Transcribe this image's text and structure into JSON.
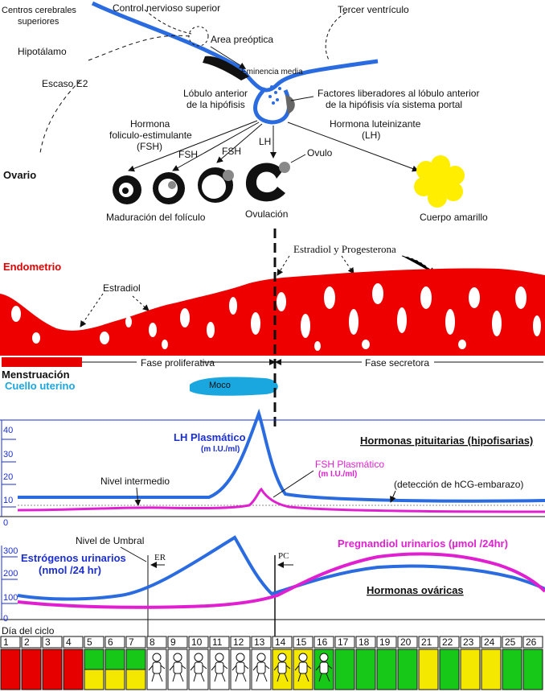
{
  "labels": {
    "centros": [
      "Centros cerebrales",
      "superiores"
    ],
    "control": "Control nervioso superior",
    "tercer": "Tercer ventrículo",
    "area": "Area preóptica",
    "hipotalamo": "Hipotálamo",
    "escaso": "Escaso E2",
    "eminencia": "Eminencia media",
    "lobulo": [
      "Lóbulo anterior",
      "de la hipófisis"
    ],
    "factores": [
      "Factores liberadores al lóbulo anterior",
      "de la hipófisis vía sistema portal"
    ],
    "fsh_title": [
      "Hormona",
      "foliculo-estimulante",
      "(FSH)"
    ],
    "lh_title": [
      "Hormona luteinizante",
      "(LH)"
    ],
    "fsh1": "FSH",
    "fsh2": "FSH",
    "lh": "LH",
    "ovulo": "Ovulo",
    "ovario": "Ovario",
    "maduracion": "Maduración del folículo",
    "ovulacion": "Ovulación",
    "cuerpo": "Cuerpo amarillo",
    "estradiol_prog": "Estradiol y Progesterona",
    "endometrio": "Endometrio",
    "estradiol": "Estradiol",
    "fase_prolif": "Fase proliferativa",
    "fase_secret": "Fase secretora",
    "menstruacion": "Menstruación",
    "cuello": "Cuello uterino",
    "moco": "Moco",
    "lh_plasma": [
      "LH Plasmático",
      "(m I.U./ml)"
    ],
    "fsh_plasma": [
      "FSH Plasmático",
      "(m I.U./ml)"
    ],
    "hormonas_pit": "Hormonas pituitarias (hipofisarias)",
    "nivel_intermedio": "Nivel intermedio",
    "hcg": "(detección de hCG-embarazo)",
    "nivel_umbral": "Nivel de Umbral",
    "er": "ER",
    "pc": "PC",
    "estrogenos": [
      "Estrógenos urinarios",
      "(nmol /24 hr)"
    ],
    "pregnandiol": "Pregnandiol urinarios (µmol /24hr)",
    "hormonas_ov": "Hormonas ováricas",
    "dia": "Día del ciclo"
  },
  "axis_top": [
    "40",
    "30",
    "20",
    "10",
    "0"
  ],
  "axis_bottom": [
    "300",
    "200",
    "100",
    "0"
  ],
  "days": [
    {
      "n": "1",
      "type": "red"
    },
    {
      "n": "2",
      "type": "red"
    },
    {
      "n": "3",
      "type": "red"
    },
    {
      "n": "4",
      "type": "red"
    },
    {
      "n": "5",
      "type": "greenyellow"
    },
    {
      "n": "6",
      "type": "greenyellow"
    },
    {
      "n": "7",
      "type": "greenyellow"
    },
    {
      "n": "8",
      "type": "baby"
    },
    {
      "n": "9",
      "type": "baby"
    },
    {
      "n": "10",
      "type": "baby"
    },
    {
      "n": "11",
      "type": "baby"
    },
    {
      "n": "12",
      "type": "baby"
    },
    {
      "n": "13",
      "type": "baby"
    },
    {
      "n": "14",
      "type": "babyyellow"
    },
    {
      "n": "15",
      "type": "babyyellow"
    },
    {
      "n": "16",
      "type": "babygreen"
    },
    {
      "n": "17",
      "type": "green"
    },
    {
      "n": "18",
      "type": "green"
    },
    {
      "n": "19",
      "type": "green"
    },
    {
      "n": "20",
      "type": "green"
    },
    {
      "n": "21",
      "type": "yellow"
    },
    {
      "n": "22",
      "type": "green"
    },
    {
      "n": "23",
      "type": "yellow"
    },
    {
      "n": "24",
      "type": "yellow"
    },
    {
      "n": "25",
      "type": "green"
    },
    {
      "n": "26",
      "type": "green"
    }
  ],
  "colors": {
    "red": "#e60000",
    "green": "#18c818",
    "yellow": "#f4e800",
    "blue": "#2a6ce0",
    "magenta": "#e020d0"
  }
}
